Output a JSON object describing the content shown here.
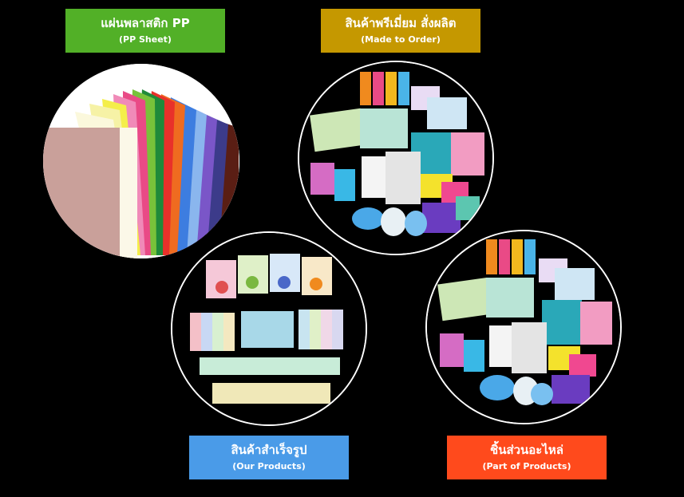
{
  "colors": {
    "background": "#000000",
    "pp_sheet": "#52b027",
    "made_to_order": "#c59800",
    "our_products": "#4a9be8",
    "part_of_products": "#ff4a1c"
  },
  "categories": {
    "pp_sheet": {
      "title": "แผ่นพลาสติก PP",
      "subtitle": "(PP Sheet)"
    },
    "made_to_order": {
      "title": "สินค้าพรีเมี่ยม สั่งผลิต",
      "subtitle": "(Made to Order)"
    },
    "our_products": {
      "title": "สินค้าสำเร็จรูป",
      "subtitle": "(Our Products)"
    },
    "part_of_products": {
      "title": "ชิ้นส่วนอะไหล่",
      "subtitle": "(Part of Products)"
    }
  }
}
